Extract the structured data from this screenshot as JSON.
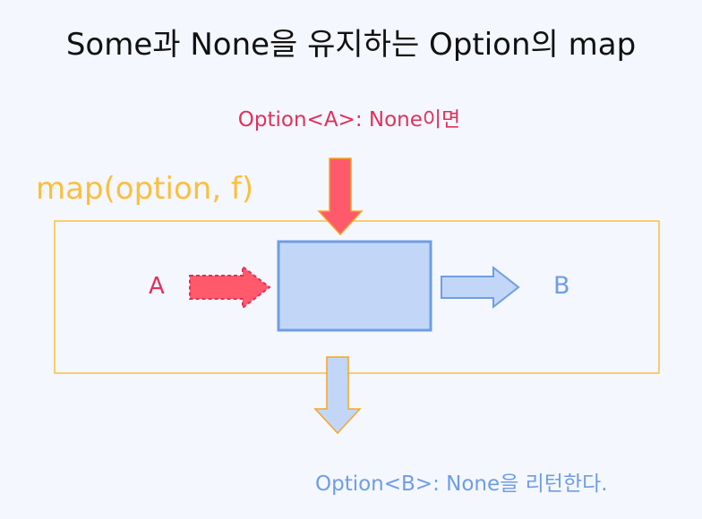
{
  "title": "Some과 None을 유지하는 Option의 map",
  "input_note": "Option<A>: None이면",
  "function_label": "map(option, f)",
  "input_label": "A",
  "output_label": "B",
  "output_note": "Option<B>: None을 리턴한다.",
  "colors": {
    "background": "#f4f7fe",
    "none_red": "#e0315b",
    "function_box_yellow": "#fbbf3e",
    "process_blue_fill": "#c2d7f8",
    "process_blue_stroke": "#6f9de4"
  }
}
